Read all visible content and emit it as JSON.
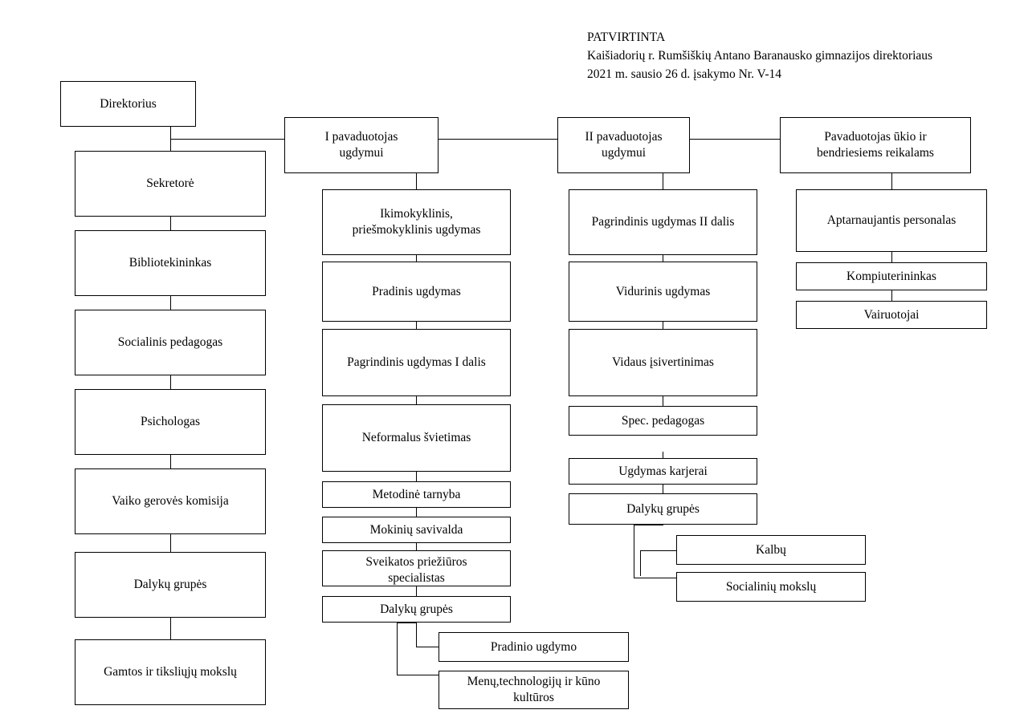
{
  "document": {
    "approval_block": "PATVIRTINTA\nKaišiadorių r. Rumšiškių Antano Baranausko gimnazijos direktoriaus\n2021 m. sausio 26 d. įsakymo Nr. V-14",
    "approval_lines": [
      "PATVIRTINTA",
      "Kaišiadorių r. Rumšiškių Antano Baranausko gimnazijos direktoriaus",
      "2021 m. sausio 26 d. įsakymo Nr. V-14"
    ]
  },
  "chart_data": {
    "type": "diagram",
    "diagram_kind": "organizational-chart",
    "root": "Direktorius",
    "nodes": [
      {
        "id": "direktorius",
        "label": "Direktorius",
        "level": 0,
        "column": 0
      },
      {
        "id": "sekretore",
        "label": "Sekretorė",
        "level": 1,
        "column": 0,
        "parent": "direktorius"
      },
      {
        "id": "bibliotekininkas",
        "label": "Bibliotekininkas",
        "level": 2,
        "column": 0,
        "parent": "sekretore"
      },
      {
        "id": "socialinis-pedagogas",
        "label": "Socialinis pedagogas",
        "level": 3,
        "column": 0,
        "parent": "bibliotekininkas"
      },
      {
        "id": "psichologas",
        "label": "Psichologas",
        "level": 4,
        "column": 0,
        "parent": "socialinis-pedagogas"
      },
      {
        "id": "vaiko-geroves-komisija",
        "label": "Vaiko gerovės komisija",
        "level": 5,
        "column": 0,
        "parent": "psichologas"
      },
      {
        "id": "dalyku-grupes-1",
        "label": "Dalykų grupės",
        "level": 6,
        "column": 0,
        "parent": "vaiko-geroves-komisija"
      },
      {
        "id": "gamtos-ir-tiksliuju-mokslu",
        "label": "Gamtos ir tiksliųjų mokslų",
        "level": 7,
        "column": 0,
        "parent": "dalyku-grupes-1"
      },
      {
        "id": "i-pavaduotojas",
        "label": "I pavaduotojas\nugdymui",
        "level": 1,
        "column": 1,
        "parent": "direktorius"
      },
      {
        "id": "ikimokyklinis",
        "label": "Ikimokyklinis,\npriešmokyklinis ugdymas",
        "level": 2,
        "column": 1,
        "parent": "i-pavaduotojas"
      },
      {
        "id": "pradinis-ugdymas",
        "label": "Pradinis ugdymas",
        "level": 3,
        "column": 1,
        "parent": "ikimokyklinis"
      },
      {
        "id": "pagrindinis-i-dalis",
        "label": "Pagrindinis ugdymas I dalis",
        "level": 4,
        "column": 1,
        "parent": "pradinis-ugdymas"
      },
      {
        "id": "neformalus-svietimas",
        "label": "Neformalus švietimas",
        "level": 5,
        "column": 1,
        "parent": "pagrindinis-i-dalis"
      },
      {
        "id": "metodine-tarnyba",
        "label": "Metodinė tarnyba",
        "level": 6,
        "column": 1,
        "parent": "neformalus-svietimas"
      },
      {
        "id": "mokiniu-savivalda",
        "label": "Mokinių savivalda",
        "level": 7,
        "column": 1,
        "parent": "metodine-tarnyba"
      },
      {
        "id": "sveikatos-prieziuros",
        "label": "Sveikatos priežiūros\nspecialistas",
        "level": 8,
        "column": 1,
        "parent": "mokiniu-savivalda"
      },
      {
        "id": "dalyku-grupes-2",
        "label": "Dalykų grupės",
        "level": 9,
        "column": 1,
        "parent": "sveikatos-prieziuros"
      },
      {
        "id": "pradinio-ugdymo",
        "label": "Pradinio ugdymo",
        "level": 10,
        "column": 1,
        "parent": "dalyku-grupes-2"
      },
      {
        "id": "menu-technologiju",
        "label": "Menų,technologijų ir kūno\nkultūros",
        "level": 10,
        "column": 1,
        "parent": "dalyku-grupes-2"
      },
      {
        "id": "ii-pavaduotojas",
        "label": "II pavaduotojas\nugdymui",
        "level": 1,
        "column": 2,
        "parent": "direktorius"
      },
      {
        "id": "pagrindinis-ii-dalis",
        "label": "Pagrindinis ugdymas II dalis",
        "level": 2,
        "column": 2,
        "parent": "ii-pavaduotojas"
      },
      {
        "id": "vidurinis-ugdymas",
        "label": "Vidurinis ugdymas",
        "level": 3,
        "column": 2,
        "parent": "pagrindinis-ii-dalis"
      },
      {
        "id": "vidaus-isivertinimas",
        "label": "Vidaus įsivertinimas",
        "level": 4,
        "column": 2,
        "parent": "vidurinis-ugdymas"
      },
      {
        "id": "spec-pedagogas",
        "label": "Spec. pedagogas",
        "level": 5,
        "column": 2,
        "parent": "vidaus-isivertinimas"
      },
      {
        "id": "ugdymas-karjerai",
        "label": "Ugdymas karjerai",
        "level": 6,
        "column": 2,
        "parent": "spec-pedagogas"
      },
      {
        "id": "dalyku-grupes-3",
        "label": "Dalykų grupės",
        "level": 7,
        "column": 2,
        "parent": "ugdymas-karjerai"
      },
      {
        "id": "kalbu",
        "label": "Kalbų",
        "level": 8,
        "column": 2,
        "parent": "dalyku-grupes-3"
      },
      {
        "id": "socialiniu-mokslu",
        "label": "Socialinių mokslų",
        "level": 8,
        "column": 2,
        "parent": "dalyku-grupes-3"
      },
      {
        "id": "pavaduotojas-ukio",
        "label": "Pavaduotojas ūkio ir\nbendriesiems reikalams",
        "level": 1,
        "column": 3,
        "parent": "direktorius"
      },
      {
        "id": "aptarnaujantis-personalas",
        "label": "Aptarnaujantis personalas",
        "level": 2,
        "column": 3,
        "parent": "pavaduotojas-ukio"
      },
      {
        "id": "kompiuterininkas",
        "label": "Kompiuterininkas",
        "level": 3,
        "column": 3,
        "parent": "aptarnaujantis-personalas"
      },
      {
        "id": "vairuotojai",
        "label": "Vairuotojai",
        "level": 4,
        "column": 3,
        "parent": "kompiuterininkas"
      }
    ]
  },
  "colors": {
    "background": "#ffffff",
    "box_border": "#000000",
    "text": "#000000",
    "connector": "#000000"
  }
}
